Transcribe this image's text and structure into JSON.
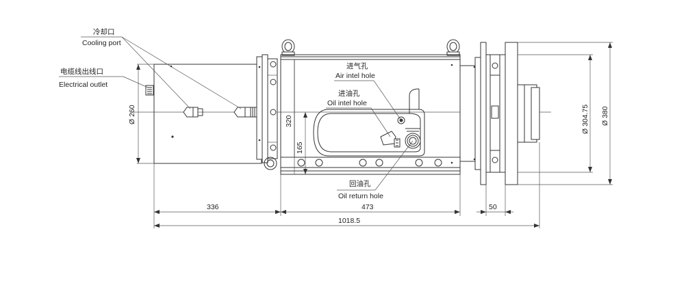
{
  "labels": {
    "cooling_cn": "冷却口",
    "cooling_en": "Cooling port",
    "electrical_cn": "电缆线出线口",
    "electrical_en": "Electrical outlet",
    "air_cn": "进气孔",
    "air_en": "Air intel hole",
    "oil_in_cn": "进油孔",
    "oil_in_en": "Oil intel hole",
    "oil_return_cn": "回油孔",
    "oil_return_en": "Oil return hole"
  },
  "dimensions": {
    "d260": "Ø 260",
    "h320": "320",
    "h165": "165",
    "d304": "Ø 304.75",
    "d380": "Ø 380",
    "l336": "336",
    "l473": "473",
    "l50": "50",
    "l1018": "1018.5"
  }
}
